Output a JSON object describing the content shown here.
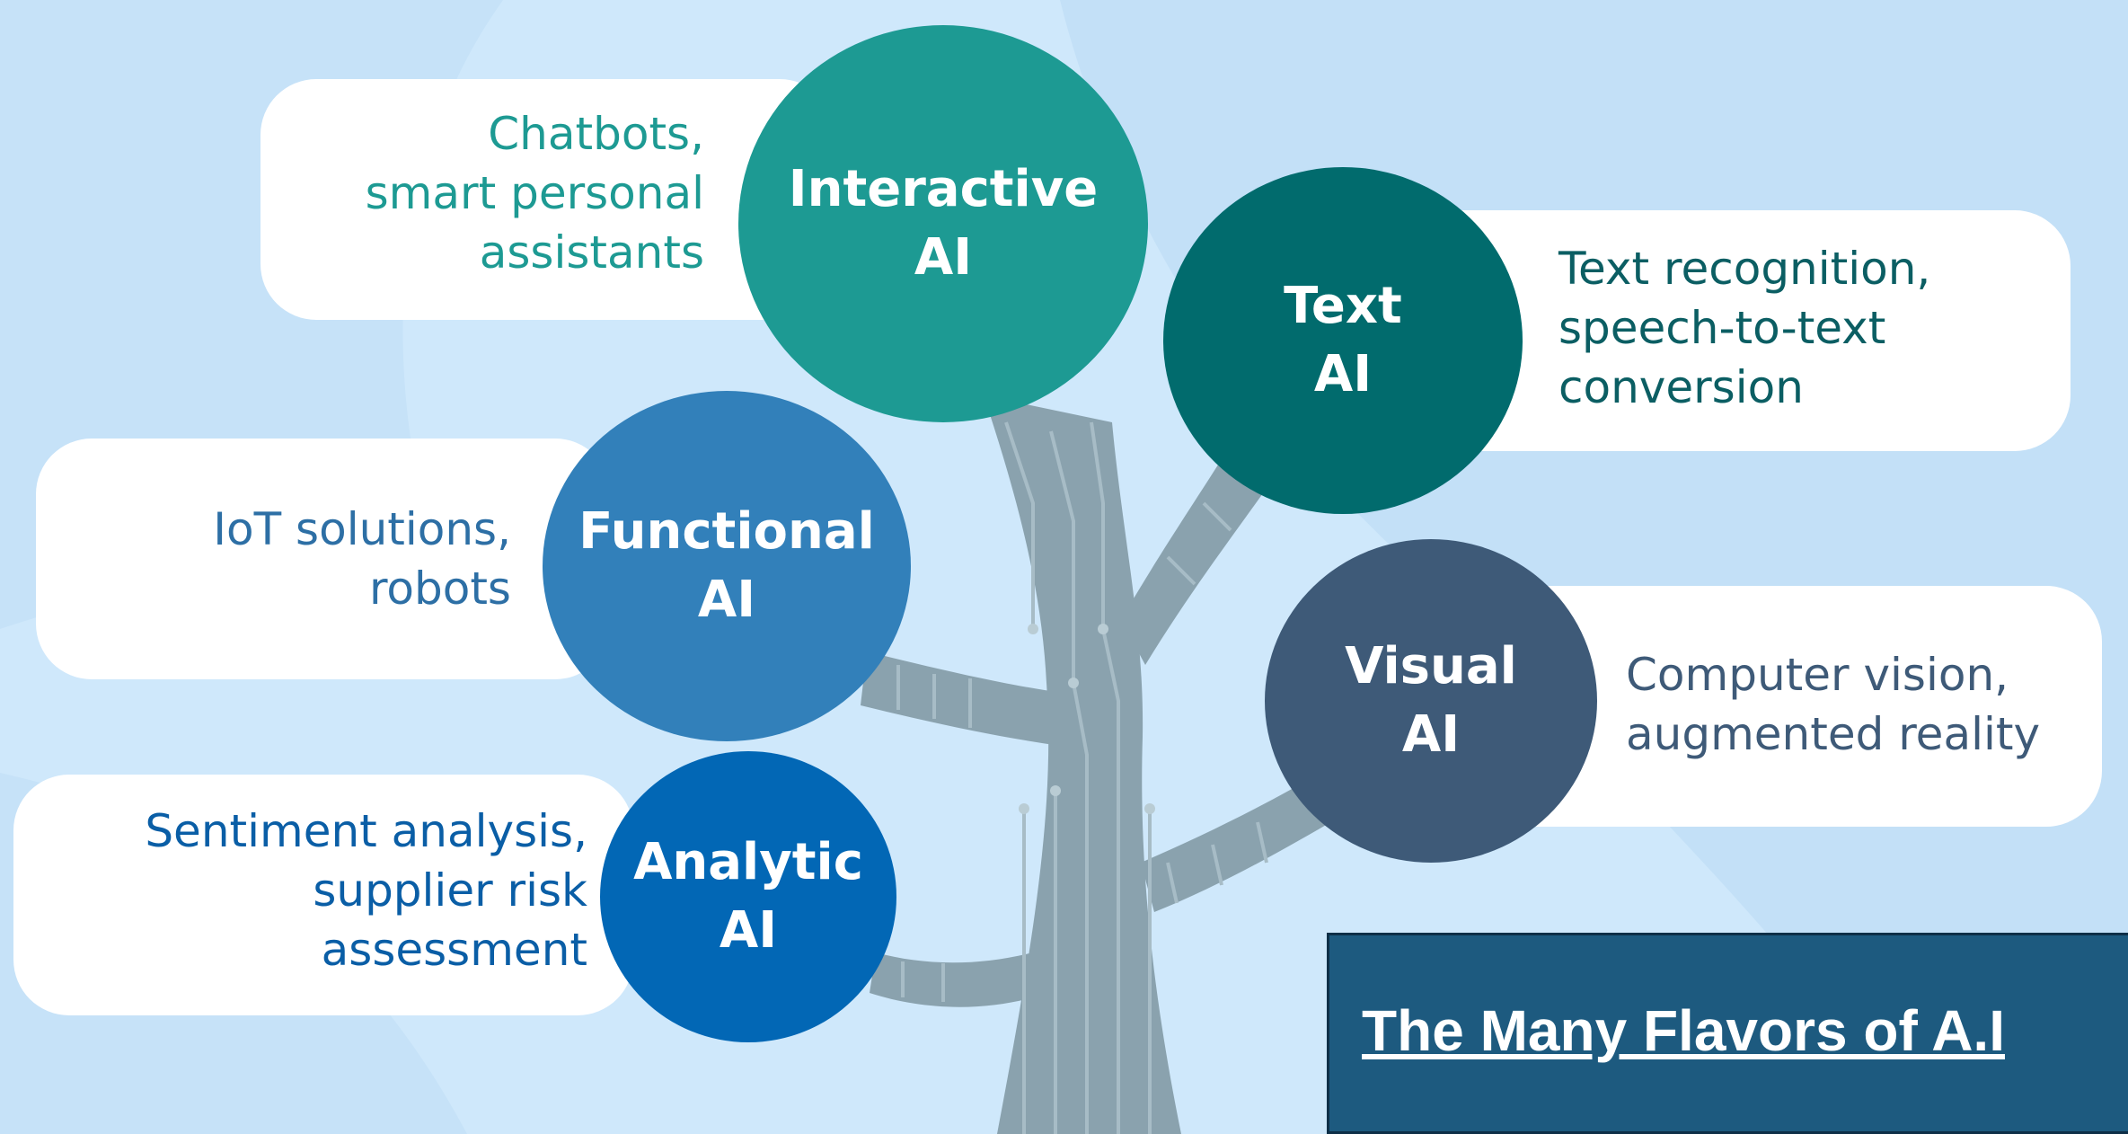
{
  "title": "The Many Flavors of A.I",
  "colors": {
    "background": "#cfe8fb",
    "trunk": "#8aa2ae",
    "title_box": "#1d5a7f"
  },
  "categories": [
    {
      "id": "interactive",
      "label": "Interactive\nAI",
      "description": "Chatbots,\nsmart personal\nassistants",
      "color": "#1d9a93",
      "text_color": "#1d9a93"
    },
    {
      "id": "text",
      "label": "Text\nAI",
      "description": "Text recognition,\nspeech-to-text\nconversion",
      "color": "#016b6d",
      "text_color": "#0b5e63"
    },
    {
      "id": "functional",
      "label": "Functional\nAI",
      "description": "IoT solutions,\nrobots",
      "color": "#3280ba",
      "text_color": "#2d6fa5"
    },
    {
      "id": "visual",
      "label": "Visual\nAI",
      "description": "Computer vision,\naugmented reality",
      "color": "#3e5a78",
      "text_color": "#3e5a78"
    },
    {
      "id": "analytic",
      "label": "Analytic\nAI",
      "description": "Sentiment analysis,\nsupplier risk\nassessment",
      "color": "#0267b5",
      "text_color": "#0a5ea6"
    }
  ]
}
